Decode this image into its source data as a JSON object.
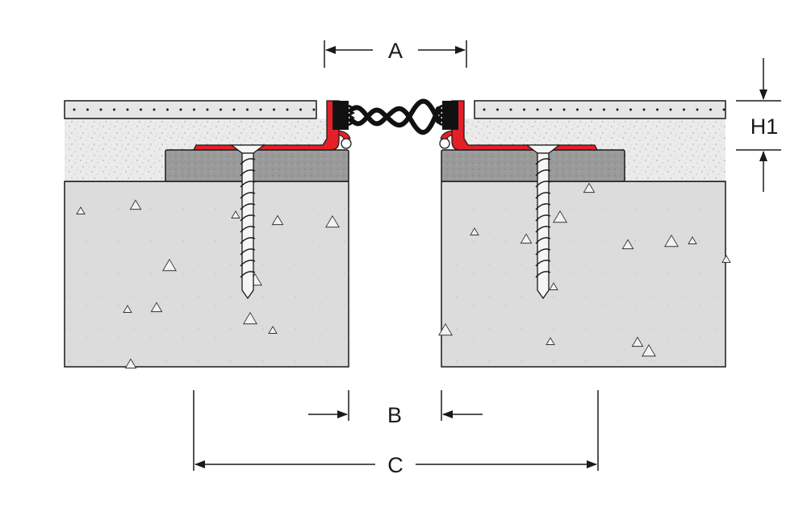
{
  "dimensions": {
    "A": "A",
    "B": "B",
    "C": "C",
    "H1": "H1"
  },
  "colors": {
    "profile_red": "#e32028",
    "insert_black": "#111111",
    "concrete": "#dcdcdc",
    "screed": "#ececec",
    "tile": "#e6e6e6",
    "bedding": "#9c9c9c",
    "line": "#1a1a1a"
  }
}
